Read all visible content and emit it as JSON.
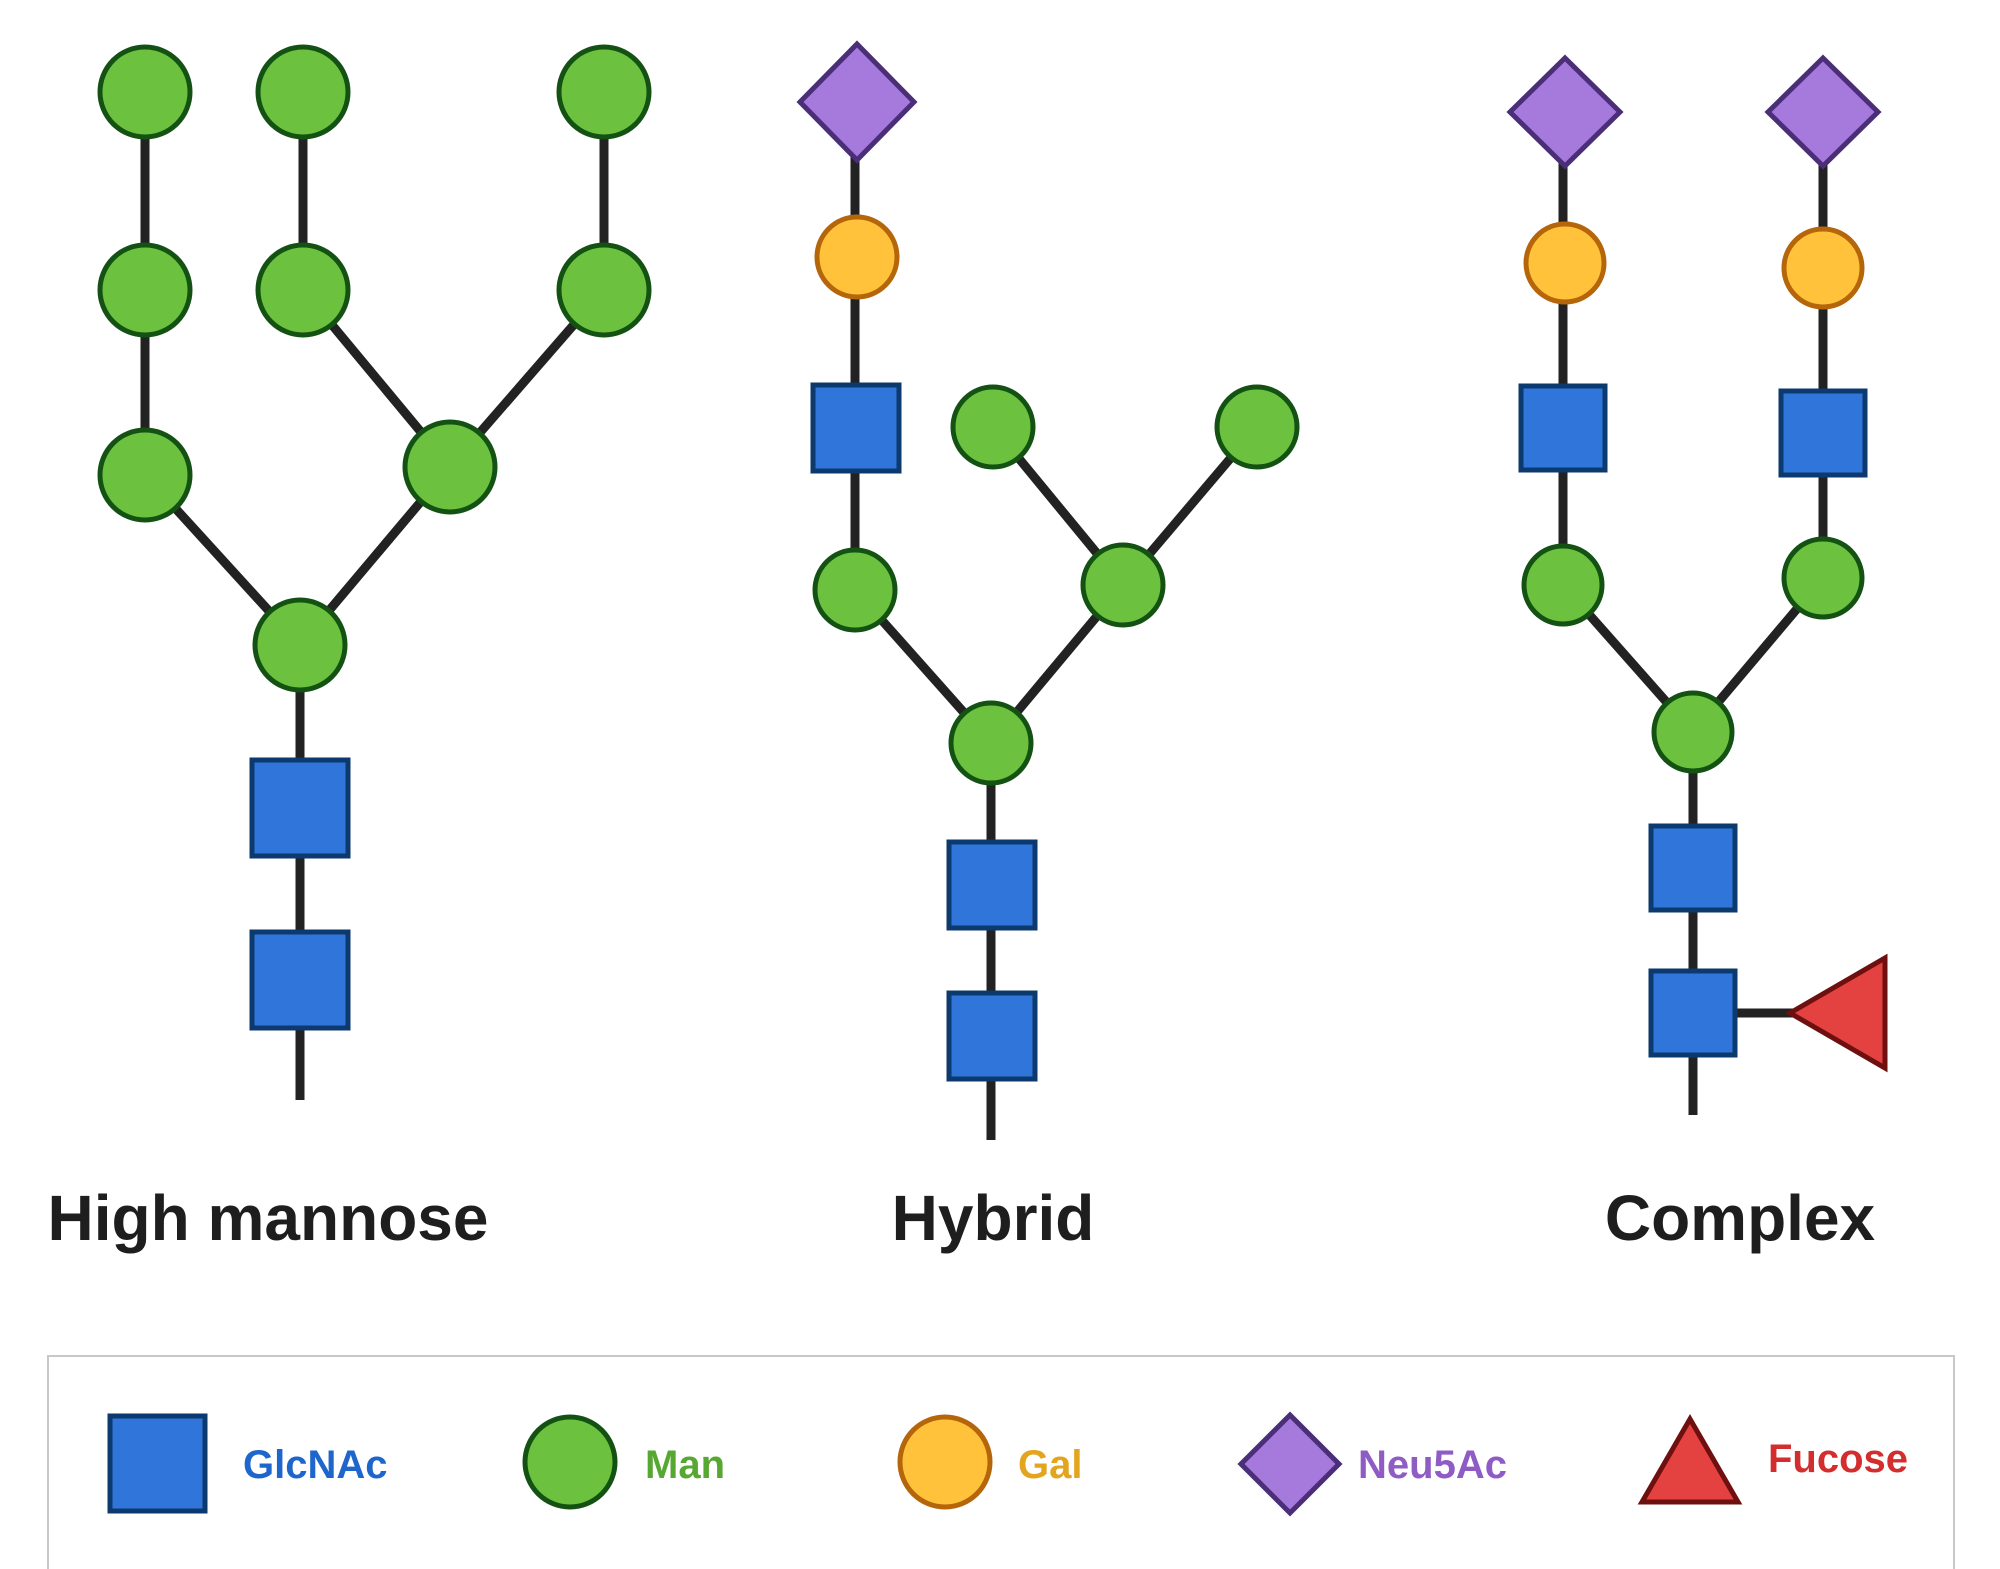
{
  "panels": [
    {
      "id": "high-mannose",
      "label": "High mannose"
    },
    {
      "id": "hybrid",
      "label": "Hybrid"
    },
    {
      "id": "complex",
      "label": "Complex"
    }
  ],
  "legend": [
    {
      "symbol": "glcnac",
      "label": "GlcNAc",
      "color": "#1f66cc"
    },
    {
      "symbol": "man",
      "label": "Man",
      "color": "#57a833"
    },
    {
      "symbol": "gal",
      "label": "Gal",
      "color": "#e3a51e"
    },
    {
      "symbol": "neu5ac",
      "label": "Neu5Ac",
      "color": "#8e5cc4"
    },
    {
      "symbol": "fucose",
      "label": "Fucose",
      "color": "#d42d2d"
    }
  ],
  "colors": {
    "glcnac_fill": "#3075d9",
    "man_fill": "#6cc13e",
    "gal_fill": "#ffc23a",
    "neu5ac_fill": "#a679dd",
    "fucose_fill": "#e44141",
    "bond": "#222222"
  },
  "icons": [
    "blue-square-icon",
    "green-circle-icon",
    "yellow-circle-icon",
    "purple-diamond-icon",
    "red-triangle-icon"
  ]
}
